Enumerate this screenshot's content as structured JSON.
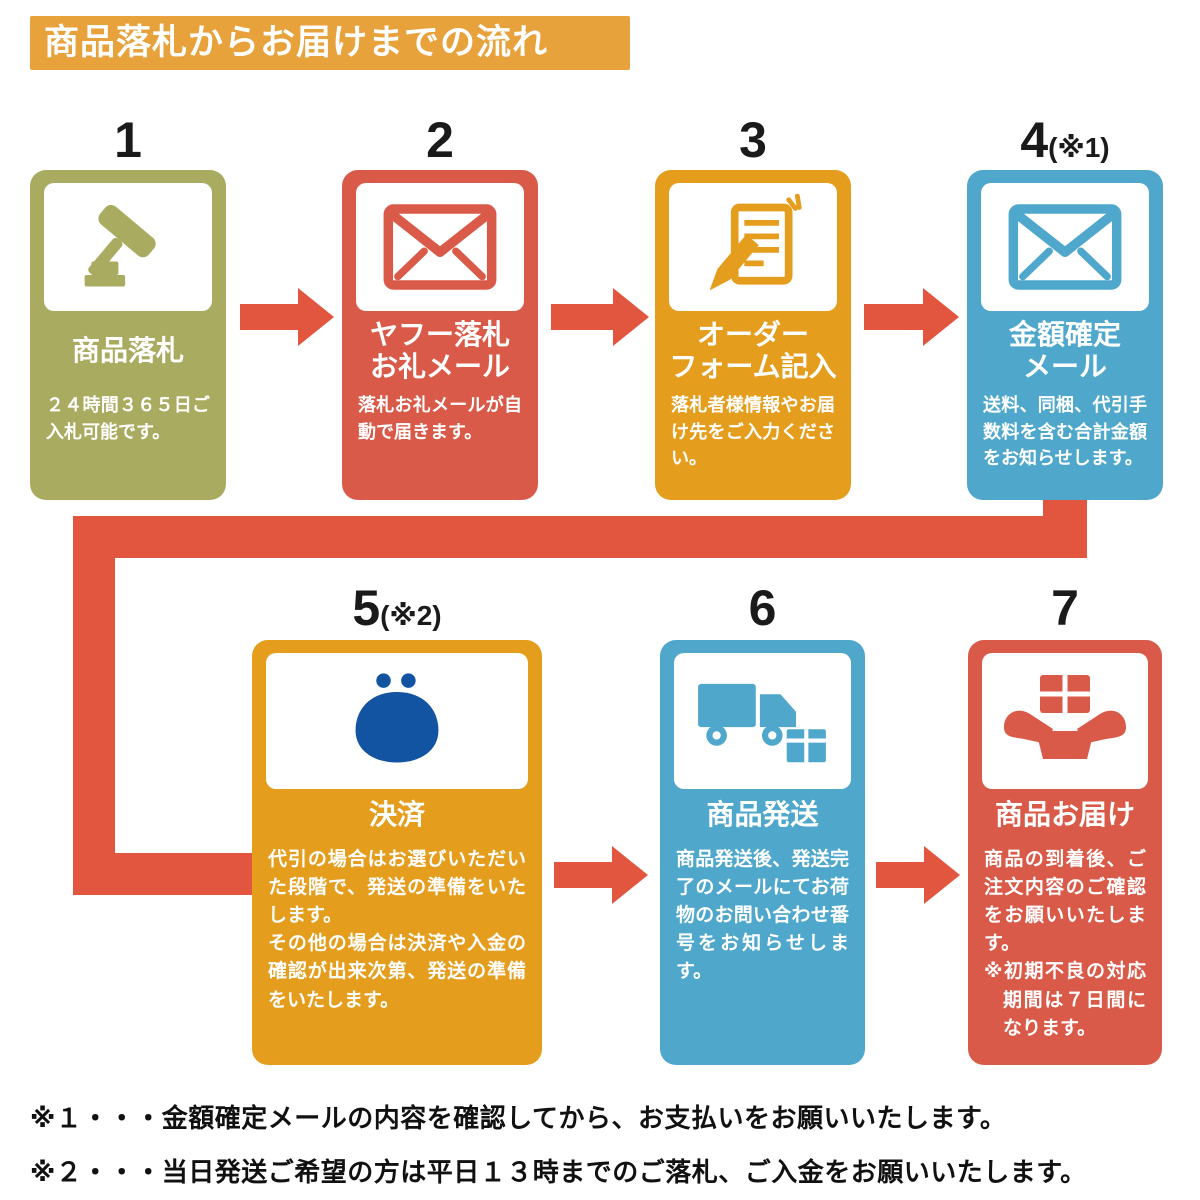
{
  "colors": {
    "banner_orange": "#E8A23C",
    "card_olive": "#A9AC60",
    "card_red": "#D95A49",
    "card_orange": "#E59D1D",
    "card_blue": "#4FA7CC",
    "arrow_red": "#E2563F",
    "purse_blue": "#1254A2",
    "panel_white": "#FFFFFF",
    "text_black": "#1A1A1A"
  },
  "header": {
    "title": "商品落札からお届けまでの流れ"
  },
  "steps": [
    {
      "number": "1",
      "title": "商品落札",
      "desc": "２４時間３６５日ご入札可能です。",
      "icon": "gavel-icon",
      "color": "#A9AC60"
    },
    {
      "number": "2",
      "title": "ヤフー落札",
      "title2": "お礼メール",
      "desc": "落札お礼メールが自動で届きます。",
      "icon": "mail-icon",
      "color": "#D95A49"
    },
    {
      "number": "3",
      "title": "オーダー",
      "title2": "フォーム記入",
      "desc": "落札者様情報やお届け先をご入力ください。",
      "icon": "order-form-icon",
      "color": "#E59D1D"
    },
    {
      "number": "4",
      "number_note": "(※1)",
      "title": "金額確定",
      "title2": "メール",
      "desc": "送料、同梱、代引手数料を含む合計金額をお知らせします。",
      "icon": "mail-icon",
      "color": "#4FA7CC"
    },
    {
      "number": "5",
      "number_note": "(※2)",
      "title": "決済",
      "desc": "代引の場合はお選びいただいた段階で、発送の準備をいたします。",
      "desc2": "その他の場合は決済や入金の確認が出来次第、発送の準備をいたします。",
      "icon": "purse-icon",
      "color": "#E59D1D"
    },
    {
      "number": "6",
      "title": "商品発送",
      "desc": "商品発送後、発送完了のメールにてお荷物のお問い合わせ番号をお知らせします。",
      "icon": "truck-icon",
      "color": "#4FA7CC"
    },
    {
      "number": "7",
      "title": "商品お届け",
      "desc": "商品の到着後、ご注文内容のご確認をお願いいたします。",
      "desc2": "※初期不良の対応期間は７日間になります。",
      "icon": "delivery-icon",
      "color": "#D95A49"
    }
  ],
  "footnotes": [
    "※１・・・金額確定メールの内容を確認してから、お支払いをお願いいたします。",
    "※２・・・当日発送ご希望の方は平日１３時までのご落札、ご入金をお願いいたします。"
  ]
}
